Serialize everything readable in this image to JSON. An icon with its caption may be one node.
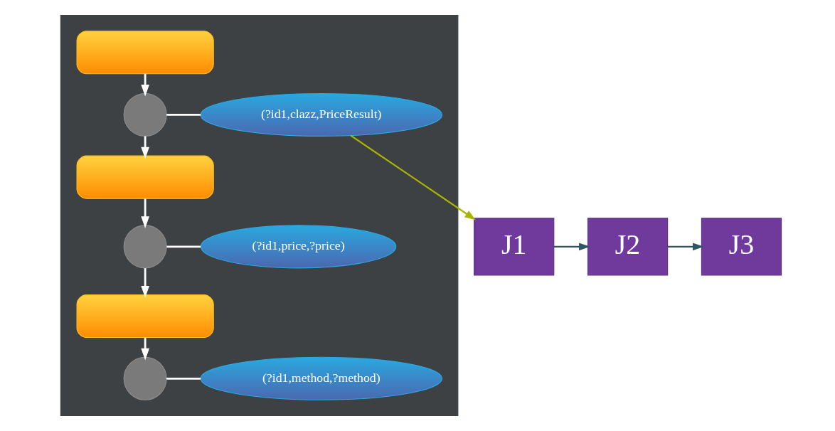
{
  "diagram": {
    "nodes": [
      {
        "text": [],
        "shape": "box"
      },
      {
        "text": [],
        "shape": "box",
        "in": 0
      },
      {
        "text": [],
        "shape": "circle",
        "in": 0
      },
      {
        "text": [
          "(?id1,clazz,PriceResult)"
        ],
        "in": 0
      },
      {
        "text": [],
        "shape": "box",
        "in": 0
      },
      {
        "text": [],
        "shape": "circle",
        "in": 0
      },
      {
        "text": [
          "(?id1,price,?price)"
        ],
        "in": 0
      },
      {
        "text": [],
        "shape": "box",
        "in": 0
      },
      {
        "text": [],
        "shape": "circle",
        "in": 0
      },
      {
        "text": [
          "(?id1,method,?method)"
        ],
        "in": 0
      },
      {
        "text": [
          "J1"
        ]
      },
      {
        "text": [
          "J2"
        ]
      },
      {
        "text": [
          "J3"
        ]
      }
    ],
    "edges": [
      {
        "from": 1,
        "to": 2,
        "arrow": "to"
      },
      {
        "from": 2,
        "to": 3,
        "arrow": "none"
      },
      {
        "from": 2,
        "to": 4,
        "arrow": "to"
      },
      {
        "from": 4,
        "to": 5,
        "arrow": "to"
      },
      {
        "from": 5,
        "to": 6,
        "arrow": "none"
      },
      {
        "from": 5,
        "to": 7,
        "arrow": "to"
      },
      {
        "from": 7,
        "to": 8,
        "arrow": "to"
      },
      {
        "from": 8,
        "to": 9,
        "arrow": "none"
      },
      {
        "from": 3,
        "to": 10,
        "arrow": "to",
        "color": "#a8b400"
      },
      {
        "from": 10,
        "to": 11,
        "arrow": "to",
        "color": "#2f5566"
      },
      {
        "from": 11,
        "to": 12,
        "arrow": "to",
        "color": "#2f5566"
      }
    ]
  }
}
